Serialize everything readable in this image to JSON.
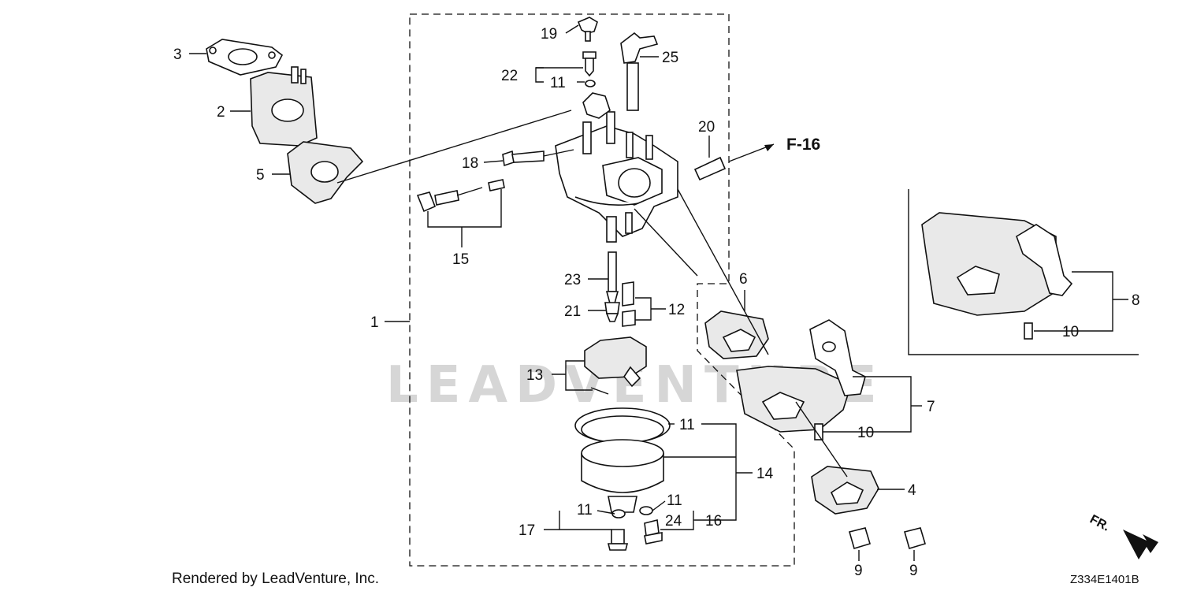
{
  "labels": {
    "p1": "1",
    "p2": "2",
    "p3": "3",
    "p4": "4",
    "p5": "5",
    "p6": "6",
    "p7": "7",
    "p8": "8",
    "p9a": "9",
    "p9b": "9",
    "p10a": "10",
    "p10b": "10",
    "p11a": "11",
    "p11b": "11",
    "p11c": "11",
    "p11d": "11",
    "p12": "12",
    "p13": "13",
    "p14": "14",
    "p15": "15",
    "p16": "16",
    "p17": "17",
    "p18": "18",
    "p19": "19",
    "p20": "20",
    "p21": "21",
    "p22": "22",
    "p23": "23",
    "p24": "24",
    "p25": "25"
  },
  "reference": "F-16",
  "watermark": "LEADVENTURE",
  "footer": "Rendered by LeadVenture, Inc.",
  "diagram_code": "Z334E1401B",
  "direction": "FR.",
  "colors": {
    "ink": "#111111",
    "watermark": "#d6d6d6"
  }
}
